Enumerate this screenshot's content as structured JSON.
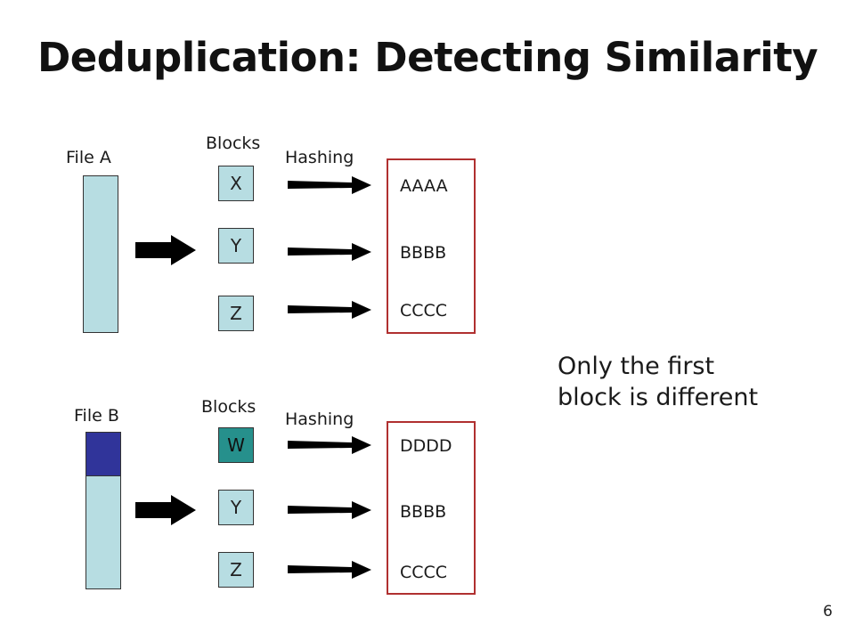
{
  "slide": {
    "title": "Deduplication: Detecting Similarity",
    "page_number": "6",
    "note_line1": "Only the first",
    "note_line2": "block is different"
  },
  "file_a": {
    "label": "File A",
    "blocks_heading": "Blocks",
    "hashing_heading": "Hashing",
    "blocks": [
      "X",
      "Y",
      "Z"
    ],
    "hashes": [
      "AAAA",
      "BBBB",
      "CCCC"
    ]
  },
  "file_b": {
    "label": "File B",
    "blocks_heading": "Blocks",
    "hashing_heading": "Hashing",
    "blocks": [
      "W",
      "Y",
      "Z"
    ],
    "hashes": [
      "DDDD",
      "BBBB",
      "CCCC"
    ]
  },
  "colors": {
    "block_fill": "#b7dde2",
    "changed_block_fill": "#26908c",
    "changed_file_region": "#30349a",
    "hash_box_border": "#b03030"
  }
}
